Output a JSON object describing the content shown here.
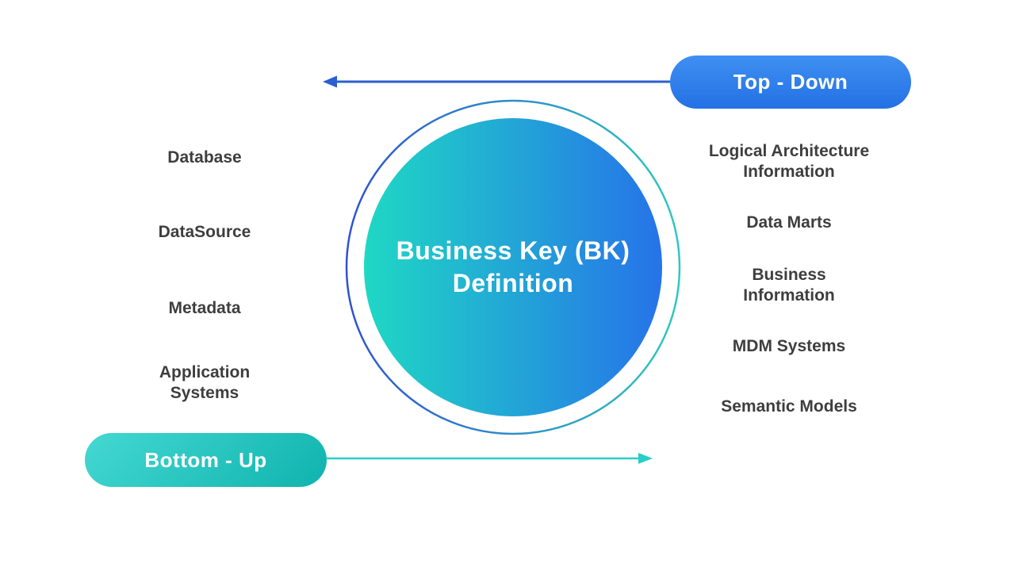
{
  "canvas": {
    "background_color": "#ffffff",
    "label_text_color": "#3e3e3e"
  },
  "center_circle": {
    "title": "Business Key (BK)\nDefinition",
    "text_color": "#ffffff",
    "fill_gradient_start": "#1fd8c4",
    "fill_gradient_end": "#2673e9",
    "ring_gradient_start": "#2e52d0",
    "ring_gradient_end": "#2ec9be"
  },
  "top_down": {
    "label": "Top - Down",
    "pill_gradient_start": "#3f8ff2",
    "pill_gradient_end": "#2371e4",
    "arrow_color": "#2b5fd0",
    "arrow_direction": "left"
  },
  "bottom_up": {
    "label": "Bottom - Up",
    "pill_gradient_start": "#45d8d2",
    "pill_gradient_end": "#0fb3ae",
    "arrow_color": "#29cfc5",
    "arrow_direction": "right"
  },
  "left_items": [
    "Database",
    "DataSource",
    "Metadata",
    "Application\nSystems"
  ],
  "right_items": [
    "Logical Architecture\nInformation",
    "Data Marts",
    "Business\nInformation",
    "MDM Systems",
    "Semantic Models"
  ]
}
